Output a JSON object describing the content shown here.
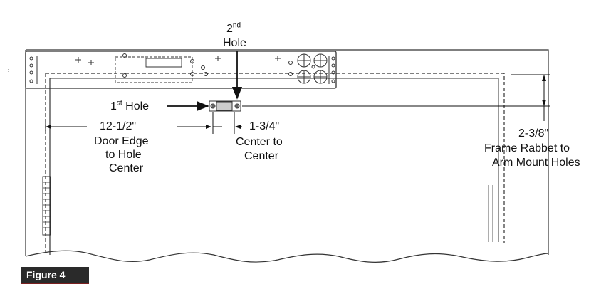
{
  "labels": {
    "second_hole_num": "2",
    "second_hole_sup": "nd",
    "second_hole_word": "Hole",
    "first_hole_num": "1",
    "first_hole_sup": "st",
    "first_hole_word": "Hole",
    "door_edge_dim": "12-1/2\"",
    "door_edge_l1": "Door Edge",
    "door_edge_l2": "to Hole",
    "door_edge_l3": "Center",
    "c2c_dim": "1-3/4\"",
    "c2c_l1": "Center to",
    "c2c_l2": "Center",
    "rabbet_dim": "2-3/8\"",
    "rabbet_l1": "Frame Rabbet to",
    "rabbet_l2": "Arm Mount Holes",
    "stray_mark": ","
  },
  "figure": {
    "label": "Figure 4"
  },
  "colors": {
    "line": "#333333",
    "badge_bg": "#2a2a2a",
    "badge_rule": "#7a1f1f"
  }
}
